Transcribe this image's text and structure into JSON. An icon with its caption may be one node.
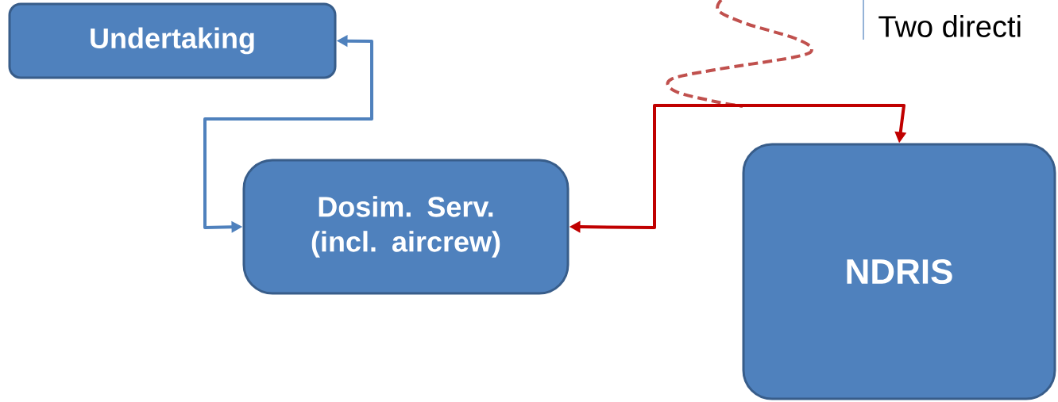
{
  "diagram": {
    "nodes": [
      {
        "text": [
          "Undertaking"
        ]
      },
      {
        "text": [
          "Dosim. Serv. (incl. aircrew)"
        ]
      },
      {
        "text": [
          "NDRIS"
        ]
      }
    ],
    "edges": [
      {
        "from": 1,
        "to": 0,
        "arrow": "both"
      },
      {
        "from": 2,
        "to": 1,
        "arrow": "both",
        "color": "#c00000"
      }
    ],
    "labels": [
      "Two directi"
    ]
  }
}
